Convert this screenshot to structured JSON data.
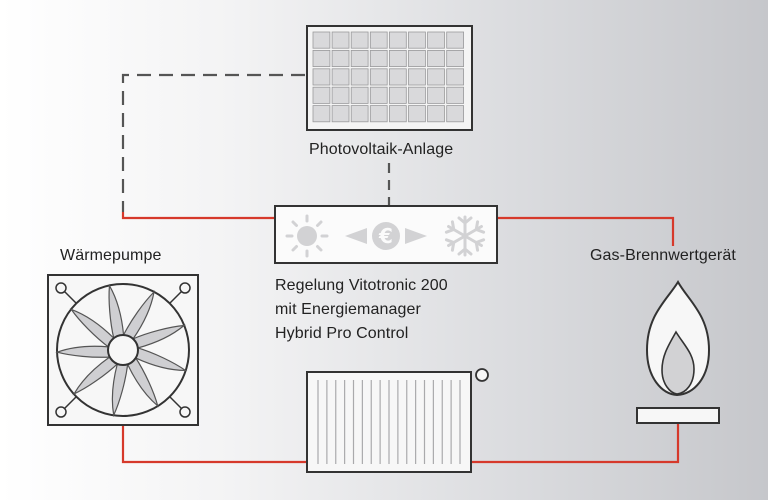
{
  "labels": {
    "photovoltaic": "Photovoltaik-Anlage",
    "heat_pump": "Wärmepumpe",
    "gas_boiler": "Gas-Brennwertgerät"
  },
  "controller": {
    "line1": "Regelung Vitotronic 200",
    "line2": "mit Energiemanager",
    "line3": "Hybrid Pro Control",
    "icons": [
      "sun-icon",
      "arrow-left-icon",
      "euro-icon",
      "arrow-right-icon",
      "snowflake-icon"
    ]
  },
  "colors": {
    "pipe_red": "#d6392b",
    "dashed_line": "#555555",
    "outline": "#333333",
    "device_fill": "#f7f7f7",
    "icon_light": "#d2d2d4"
  }
}
